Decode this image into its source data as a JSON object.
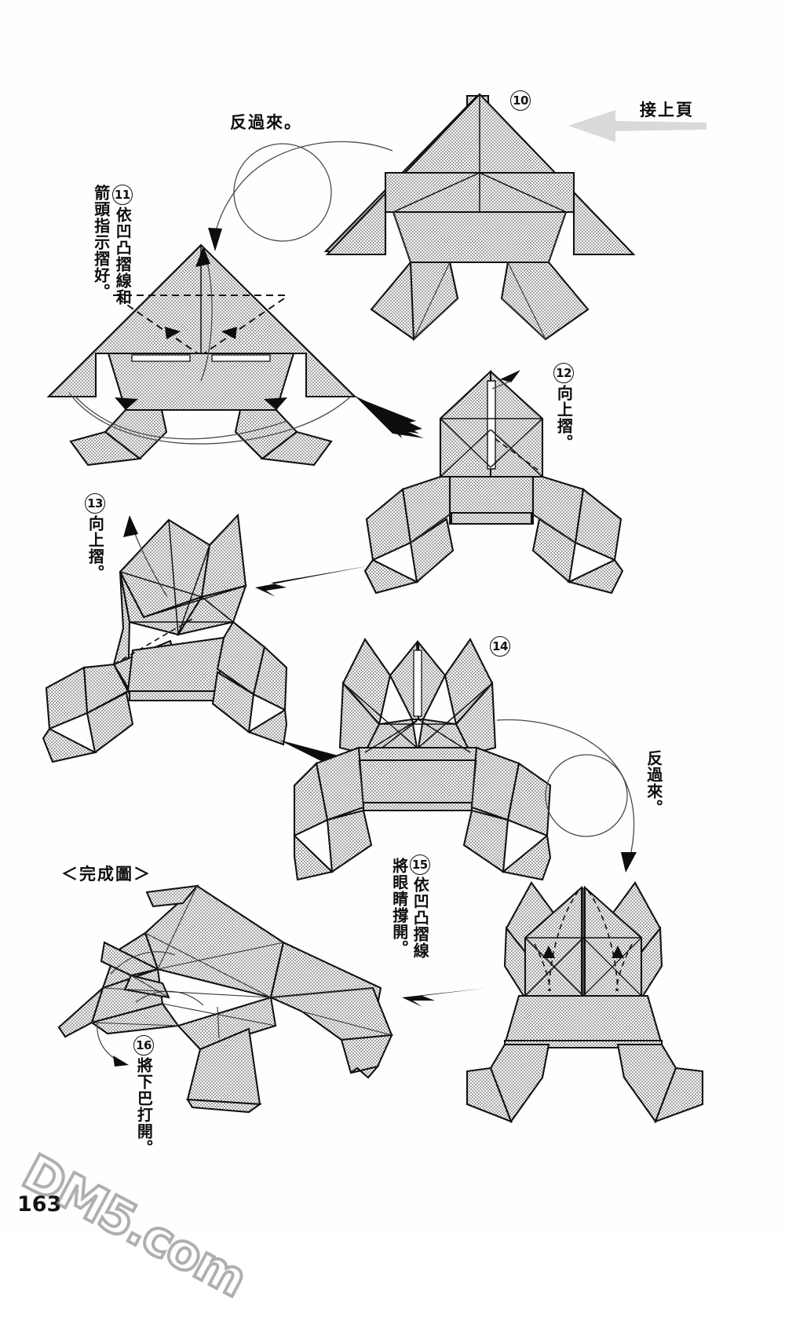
{
  "page": {
    "number": "163",
    "watermark": "DM5.com",
    "paper_fill": "#c9c9c9",
    "ink": "#111111",
    "gray_accent": "#d9d9d9"
  },
  "header": {
    "continued_label": "接上頁",
    "continued_arrow_icon": "gray-arrow-left-icon"
  },
  "labels": {
    "turn_over": "反過來。",
    "finished_figure": "＜完成圖＞"
  },
  "steps": [
    {
      "num": "10",
      "num_glyph": "⑩",
      "caption_lines": []
    },
    {
      "num": "11",
      "num_glyph": "⑪",
      "caption_lines": [
        "依凹凸摺線和",
        "箭頭指示摺好。"
      ]
    },
    {
      "num": "12",
      "num_glyph": "⑫",
      "caption_lines": [
        "向上摺。"
      ]
    },
    {
      "num": "13",
      "num_glyph": "⑬",
      "caption_lines": [
        "向上摺。"
      ]
    },
    {
      "num": "14",
      "num_glyph": "⑭",
      "caption_lines": []
    },
    {
      "num": "15",
      "num_glyph": "⑮",
      "caption_lines": [
        "依凹凸摺線",
        "將眼睛撐開。"
      ]
    },
    {
      "num": "16",
      "num_glyph": "⑯",
      "caption_lines": [
        "將下巴打開。"
      ]
    }
  ],
  "turn_over_markers": [
    {
      "id": "top",
      "text": "反過來。"
    },
    {
      "id": "right",
      "text": "反過來。"
    }
  ]
}
